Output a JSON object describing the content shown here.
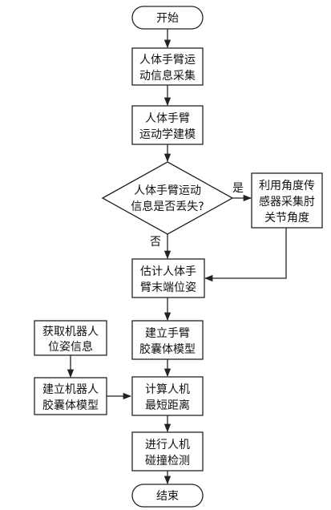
{
  "nodes": {
    "start": {
      "lines": [
        "开始"
      ]
    },
    "collect": {
      "lines": [
        "人体手臂运",
        "动信息采集"
      ]
    },
    "model": {
      "lines": [
        "人体手臂",
        "运动学建模"
      ]
    },
    "decision": {
      "lines": [
        "人体手臂运动",
        "信息是否丢失?"
      ]
    },
    "sensor": {
      "lines": [
        "利用角度传",
        "感器采集肘",
        "关节角度"
      ]
    },
    "estimate": {
      "lines": [
        "估计人体手",
        "臂末端位姿"
      ]
    },
    "capsule": {
      "lines": [
        "建立手臂",
        "胶囊体模型"
      ]
    },
    "robotpose": {
      "lines": [
        "获取机器人",
        "位姿信息"
      ]
    },
    "robotcap": {
      "lines": [
        "建立机器人",
        "胶囊体模型"
      ]
    },
    "distance": {
      "lines": [
        "计算人机",
        "最短距离"
      ]
    },
    "collision": {
      "lines": [
        "进行人机",
        "碰撞检测"
      ]
    },
    "end": {
      "lines": [
        "结束"
      ]
    }
  },
  "edges": {
    "yes": "是",
    "no": "否"
  }
}
